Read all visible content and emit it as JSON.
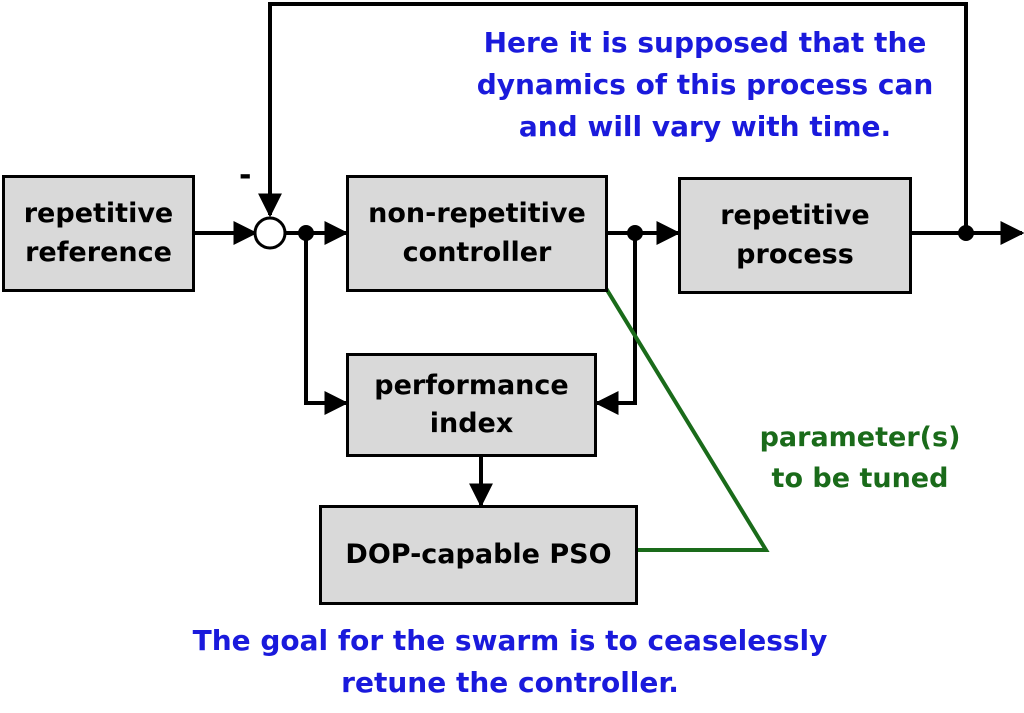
{
  "blocks": {
    "repetitive_reference": [
      "repetitive",
      "reference"
    ],
    "non_repetitive_controller": [
      "non-repetitive",
      "controller"
    ],
    "repetitive_process": [
      "repetitive",
      "process"
    ],
    "performance_index": [
      "performance",
      "index"
    ],
    "dop_capable_pso": [
      "DOP-capable PSO"
    ]
  },
  "summing_junction": {
    "sign": "-"
  },
  "notes": {
    "dynamics": [
      "Here it is supposed that the",
      "dynamics of this process can",
      "and will vary with time."
    ],
    "parameters": [
      "parameter(s)",
      "to be tuned"
    ],
    "goal": [
      "The goal for the swarm is to ceaselessly",
      "retune the controller."
    ]
  },
  "colors": {
    "block_fill": "#d9d9d9",
    "note_blue": "#1a1adc",
    "note_green": "#1a6b1a",
    "wire": "#000000"
  }
}
